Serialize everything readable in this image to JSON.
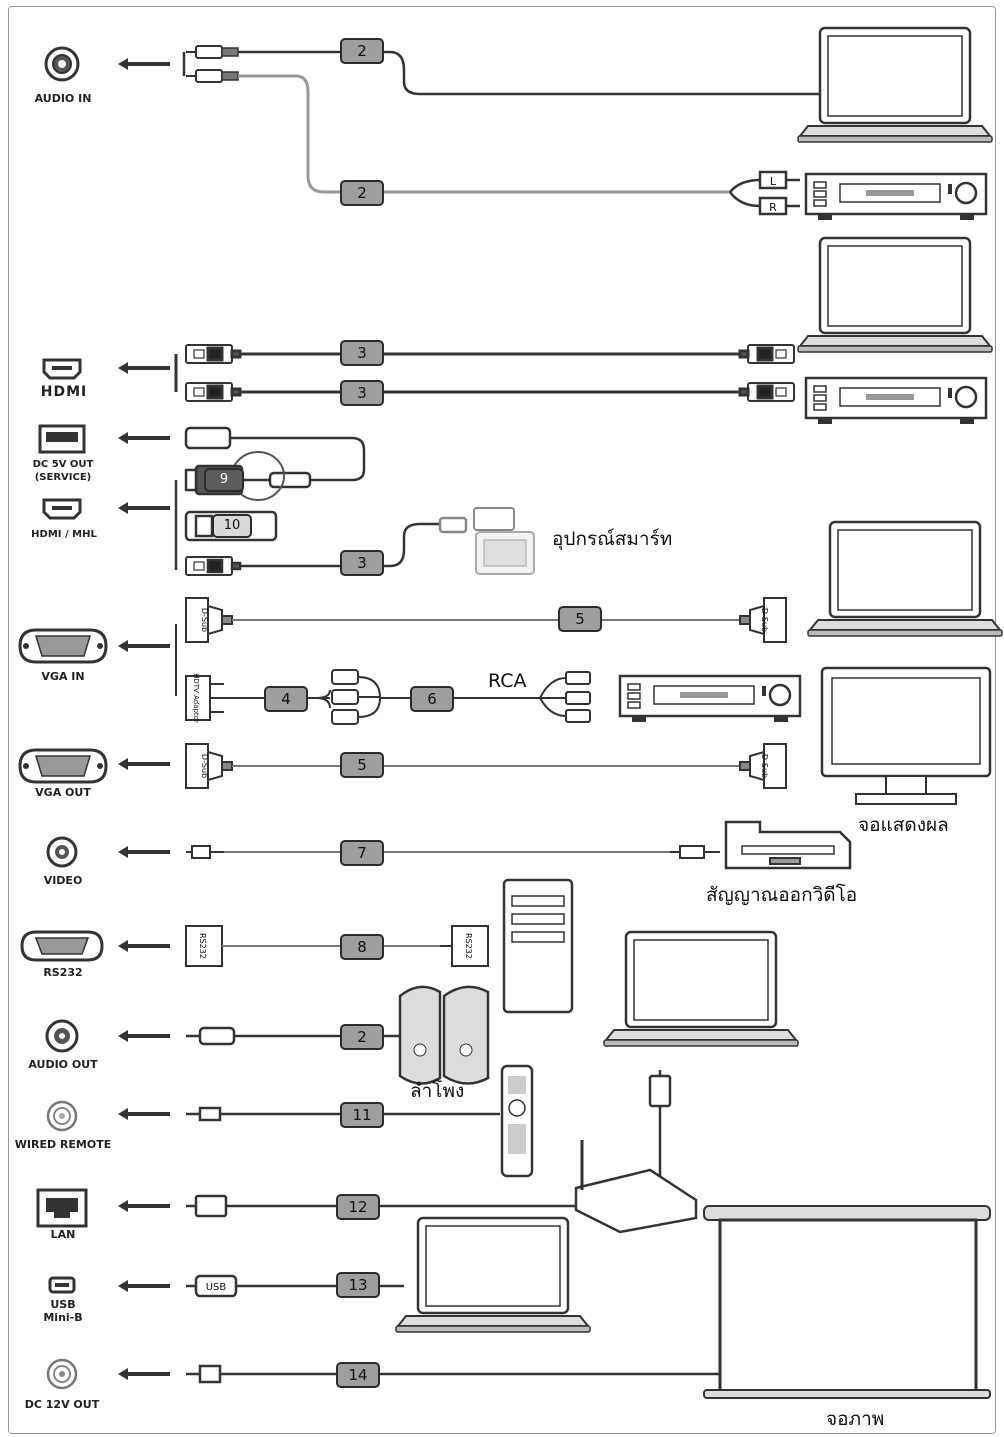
{
  "ports": {
    "audio_in": "AUDIO IN",
    "hdmi": "HDMI",
    "dc5v_out": "DC 5V OUT\n(SERVICE)",
    "hdmi_mhl": "HDMI / MHL",
    "vga_in": "VGA IN",
    "vga_out": "VGA OUT",
    "video": "VIDEO",
    "rs232": "RS232",
    "audio_out": "AUDIO OUT",
    "wired_remote": "WIRED REMOTE",
    "lan": "LAN",
    "usb": "USB\nMini-B",
    "dc12v_out": "DC 12V OUT"
  },
  "captions": {
    "smart_device": "อุปกรณ์สมาร์ท",
    "rca": "RCA",
    "monitor": "จอแสดงผล",
    "video_output": "สัญญาณออกวิดีโอ",
    "speakers": "ลำโพง",
    "screen": "จอภาพ"
  },
  "connector_text": {
    "l": "L",
    "r": "R",
    "dsub": "D-Sub",
    "rs232": "RS232",
    "usb": "USB",
    "hdtv": "HDTV Adaptor"
  },
  "badges": {
    "audio_in_1": "2",
    "audio_in_2": "2",
    "hdmi_1": "3",
    "hdmi_2": "3",
    "dongle_9": "9",
    "dongle_10": "10",
    "mhl": "3",
    "vga_1": "5",
    "vga_component": "4",
    "vga_rca": "6",
    "vga_out": "5",
    "video": "7",
    "rs232": "8",
    "audio_out": "2",
    "wired_remote": "11",
    "lan": "12",
    "usb": "13",
    "dc12v": "14"
  }
}
